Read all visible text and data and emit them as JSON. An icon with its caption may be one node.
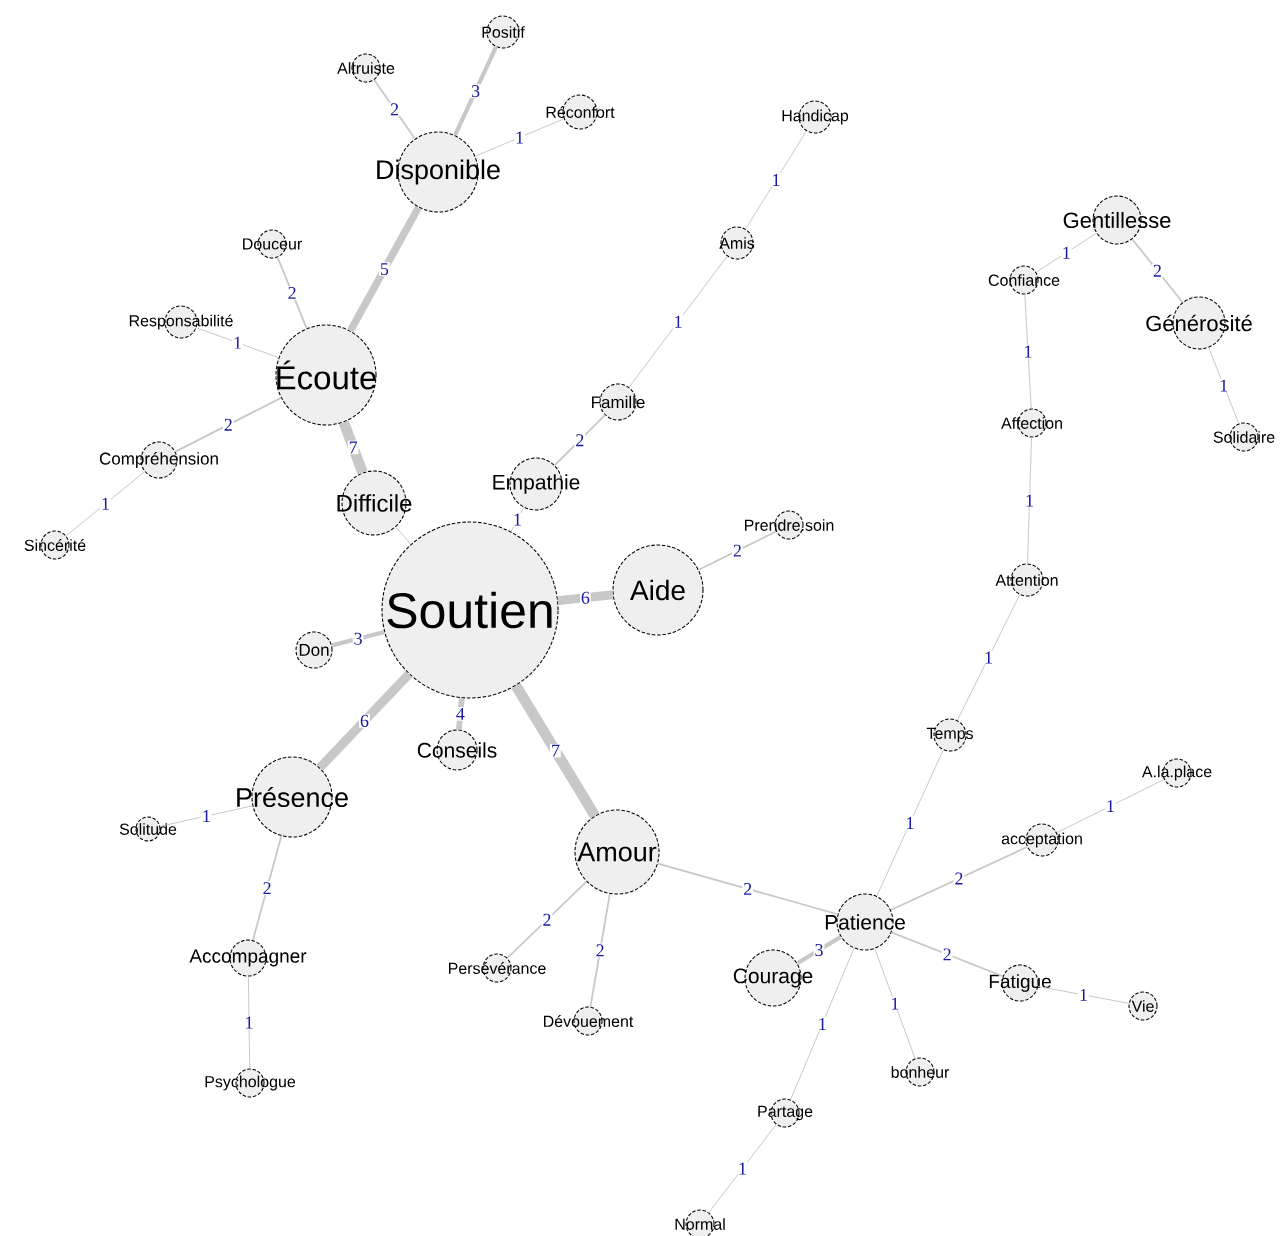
{
  "diagram": {
    "nodes": [
      {
        "text": [
          "Soutien"
        ]
      },
      {
        "text": [
          "Aide"
        ]
      },
      {
        "text": [
          "Don"
        ]
      },
      {
        "text": [
          "Conseils"
        ]
      },
      {
        "text": [
          "Présence"
        ]
      },
      {
        "text": [
          "Amour"
        ]
      },
      {
        "text": [
          "Difficile"
        ]
      },
      {
        "text": [
          "Empathie"
        ]
      },
      {
        "text": [
          "Écoute"
        ]
      },
      {
        "text": [
          "Disponible"
        ]
      },
      {
        "text": [
          "Positif"
        ]
      },
      {
        "text": [
          "Altruiste"
        ]
      },
      {
        "text": [
          "Réconfort"
        ]
      },
      {
        "text": [
          "Douceur"
        ]
      },
      {
        "text": [
          "Responsabilité"
        ]
      },
      {
        "text": [
          "Compréhension"
        ]
      },
      {
        "text": [
          "Sincérité"
        ]
      },
      {
        "text": [
          "Famille"
        ]
      },
      {
        "text": [
          "Amis"
        ]
      },
      {
        "text": [
          "Handicap"
        ]
      },
      {
        "text": [
          "Prendre.soin"
        ]
      },
      {
        "text": [
          "Solitude"
        ]
      },
      {
        "text": [
          "Accompagner"
        ]
      },
      {
        "text": [
          "Psychologue"
        ]
      },
      {
        "text": [
          "Persévérance"
        ]
      },
      {
        "text": [
          "Dévouement"
        ]
      },
      {
        "text": [
          "Patience"
        ]
      },
      {
        "text": [
          "Courage"
        ]
      },
      {
        "text": [
          "bonheur"
        ]
      },
      {
        "text": [
          "Fatigue"
        ]
      },
      {
        "text": [
          "Vie"
        ]
      },
      {
        "text": [
          "acceptation"
        ]
      },
      {
        "text": [
          "A.la.place"
        ]
      },
      {
        "text": [
          "Temps"
        ]
      },
      {
        "text": [
          "Attention"
        ]
      },
      {
        "text": [
          "Affection"
        ]
      },
      {
        "text": [
          "Confiance"
        ]
      },
      {
        "text": [
          "Gentillesse"
        ]
      },
      {
        "text": [
          "Générosité"
        ]
      },
      {
        "text": [
          "Solidaire"
        ]
      },
      {
        "text": [
          "Partage"
        ]
      },
      {
        "text": [
          "Normal"
        ]
      }
    ],
    "edges": [
      {
        "from": 0,
        "to": 1,
        "arrow": "none",
        "label": "6",
        "style": "thick"
      },
      {
        "from": 0,
        "to": 2,
        "arrow": "none",
        "label": "3",
        "style": "thick"
      },
      {
        "from": 0,
        "to": 3,
        "arrow": "none",
        "label": "4",
        "style": "thick"
      },
      {
        "from": 0,
        "to": 4,
        "arrow": "none",
        "label": "6",
        "style": "thick"
      },
      {
        "from": 0,
        "to": 5,
        "arrow": "none",
        "label": "7",
        "style": "thick"
      },
      {
        "from": 0,
        "to": 6,
        "arrow": "none"
      },
      {
        "from": 0,
        "to": 7,
        "arrow": "none",
        "label": "1"
      },
      {
        "from": 6,
        "to": 8,
        "arrow": "none",
        "label": "7",
        "style": "thick"
      },
      {
        "from": 8,
        "to": 9,
        "arrow": "none",
        "label": "5",
        "style": "thick"
      },
      {
        "from": 9,
        "to": 10,
        "arrow": "none",
        "label": "3",
        "style": "thick"
      },
      {
        "from": 9,
        "to": 11,
        "arrow": "none",
        "label": "2"
      },
      {
        "from": 9,
        "to": 12,
        "arrow": "none",
        "label": "1"
      },
      {
        "from": 8,
        "to": 13,
        "arrow": "none",
        "label": "2"
      },
      {
        "from": 8,
        "to": 14,
        "arrow": "none",
        "label": "1"
      },
      {
        "from": 8,
        "to": 15,
        "arrow": "none",
        "label": "2"
      },
      {
        "from": 15,
        "to": 16,
        "arrow": "none",
        "label": "1"
      },
      {
        "from": 7,
        "to": 17,
        "arrow": "none",
        "label": "2"
      },
      {
        "from": 17,
        "to": 18,
        "arrow": "none",
        "label": "1"
      },
      {
        "from": 18,
        "to": 19,
        "arrow": "none",
        "label": "1"
      },
      {
        "from": 1,
        "to": 20,
        "arrow": "none",
        "label": "2"
      },
      {
        "from": 4,
        "to": 21,
        "arrow": "none",
        "label": "1"
      },
      {
        "from": 4,
        "to": 22,
        "arrow": "none",
        "label": "2"
      },
      {
        "from": 22,
        "to": 23,
        "arrow": "none",
        "label": "1"
      },
      {
        "from": 5,
        "to": 24,
        "arrow": "none",
        "label": "2"
      },
      {
        "from": 5,
        "to": 25,
        "arrow": "none",
        "label": "2"
      },
      {
        "from": 5,
        "to": 26,
        "arrow": "none",
        "label": "2"
      },
      {
        "from": 26,
        "to": 27,
        "arrow": "none",
        "label": "3",
        "style": "thick"
      },
      {
        "from": 26,
        "to": 40,
        "arrow": "none",
        "label": "1"
      },
      {
        "from": 40,
        "to": 41,
        "arrow": "none",
        "label": "1"
      },
      {
        "from": 26,
        "to": 28,
        "arrow": "none",
        "label": "1"
      },
      {
        "from": 26,
        "to": 29,
        "arrow": "none",
        "label": "2"
      },
      {
        "from": 29,
        "to": 30,
        "arrow": "none",
        "label": "1"
      },
      {
        "from": 26,
        "to": 31,
        "arrow": "none",
        "label": "2"
      },
      {
        "from": 31,
        "to": 32,
        "arrow": "none",
        "label": "1"
      },
      {
        "from": 26,
        "to": 33,
        "arrow": "none",
        "label": "1"
      },
      {
        "from": 33,
        "to": 34,
        "arrow": "none",
        "label": "1"
      },
      {
        "from": 34,
        "to": 35,
        "arrow": "none",
        "label": "1"
      },
      {
        "from": 35,
        "to": 36,
        "arrow": "none",
        "label": "1"
      },
      {
        "from": 36,
        "to": 37,
        "arrow": "none",
        "label": "1"
      },
      {
        "from": 37,
        "to": 38,
        "arrow": "none",
        "label": "2"
      },
      {
        "from": 38,
        "to": 39,
        "arrow": "none",
        "label": "1"
      }
    ]
  }
}
